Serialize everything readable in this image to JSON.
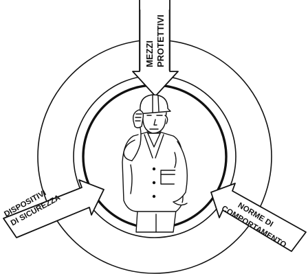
{
  "arrows": {
    "top": {
      "line1": "MEZZI",
      "line2": "PROTETTIVI"
    },
    "left": {
      "line1": "DISPOSITIVI",
      "line2": "DI SICUREZZA"
    },
    "right": {
      "line1": "NORME DI",
      "line2": "COMPORTAMENTO"
    }
  },
  "figure": {
    "icon": "worker-with-hard-hat-icon"
  },
  "colors": {
    "ink": "#111111",
    "paper": "#ffffff"
  }
}
